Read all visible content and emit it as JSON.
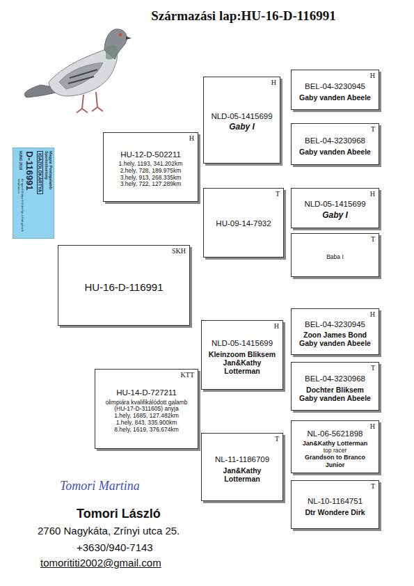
{
  "diagram": {
    "title": "Származási lap:HU-16-D-116991",
    "nodes": [
      {
        "text": [
          "HUNG 2016",
          "D-116991",
          "IGAZOLÓKÁRTYA",
          "Magyar Postagalamb Sportszövetség",
          "Az igazolókártya felmutatója a fenti galamb tulajdonosa."
        ]
      },
      {
        "text": [
          "SKH",
          "HU-16-D-116991"
        ]
      },
      {
        "text": [
          "H",
          "HU-12-D-502211",
          "1.hely, 1193, 341.202km",
          "2.hely, 728, 189.975km",
          "3.hely, 913, 268.335km",
          "3.hely, 722, 127.289km"
        ]
      },
      {
        "text": [
          "H",
          "NLD-05-1415699",
          "Gaby I"
        ]
      },
      {
        "text": [
          "H",
          "BEL-04-3230945",
          "Gaby vanden Abeele"
        ]
      },
      {
        "text": [
          "T",
          "BEL-04-3230968",
          "Gaby vanden Abeele"
        ]
      },
      {
        "text": [
          "T",
          "HU-09-14-7932"
        ]
      },
      {
        "text": [
          "H",
          "NLD-05-1415699",
          "Gaby I"
        ]
      },
      {
        "text": [
          "T",
          "Baba I"
        ]
      },
      {
        "text": [
          "KTT",
          "HU-14-D-727211",
          "olimpiára kvalifikálódott galamb (HU-17-D-311605) anyja",
          "1.hely, 1685, 127.482km",
          "1.hely, 843, 335.900km",
          "8.hely, 1619, 376.674km"
        ]
      },
      {
        "text": [
          "H",
          "NLD-05-1415699",
          "Kleinzoom Bliksem",
          "Jan&Kathy Lotterman"
        ]
      },
      {
        "text": [
          "H",
          "BEL-04-3230945",
          "Zoon James Bond",
          "Gaby vanden Abeele"
        ]
      },
      {
        "text": [
          "T",
          "BEL-04-3230968",
          "Dochter Bliksem",
          "Gaby vanden Abeele"
        ]
      },
      {
        "text": [
          "T",
          "NL-11-1186709",
          "Jan&Kathy Lotterman"
        ]
      },
      {
        "text": [
          "H",
          "NL-06-5621898",
          "Jan&Kathy Lotterman",
          "top racer",
          "Grandson to Branco Junior"
        ]
      },
      {
        "text": [
          "T",
          "NL-10-1164751",
          "Dtr Wondere Dirk"
        ]
      }
    ],
    "labels": [
      "Tomori Martina",
      "Tomori László",
      "2760 Nagykáta, Zrínyi utca 25.",
      "+3630/940-7143",
      "tomorititi2002@gmail.com"
    ]
  }
}
